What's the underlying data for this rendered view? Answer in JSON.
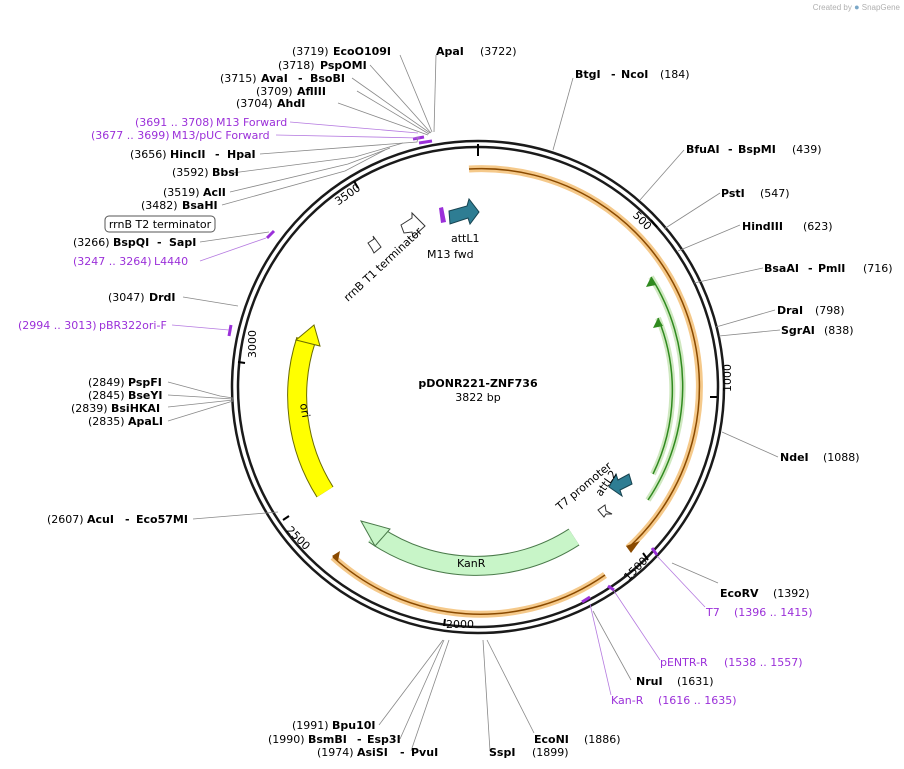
{
  "watermark": {
    "created_by": "Created by",
    "brand": "SnapGene"
  },
  "plasmid": {
    "name": "pDONR221-ZNF736",
    "length": "3822 bp",
    "size_bp": 3822
  },
  "ticks": [
    "500",
    "1000",
    "1500",
    "2000",
    "2500",
    "3000",
    "3500"
  ],
  "enzymes": [
    {
      "pos": "(3719)",
      "name": "EcoO109I"
    },
    {
      "pos": "(3722)",
      "name": "ApaI"
    },
    {
      "pos": "(3718)",
      "name": "PspOMI"
    },
    {
      "pos": "(3715)",
      "name": "AvaI",
      "name2": "BsoBI"
    },
    {
      "pos": "(3709)",
      "name": "AflIII"
    },
    {
      "pos": "(3704)",
      "name": "AhdI"
    },
    {
      "pos": "(3656)",
      "name": "HincII",
      "name2": "HpaI"
    },
    {
      "pos": "(3592)",
      "name": "BbsI"
    },
    {
      "pos": "(3519)",
      "name": "AclI"
    },
    {
      "pos": "(3482)",
      "name": "BsaHI"
    },
    {
      "pos": "(3266)",
      "name": "BspQI",
      "name2": "SapI"
    },
    {
      "pos": "(3047)",
      "name": "DrdI"
    },
    {
      "pos": "(2849)",
      "name": "PspFI"
    },
    {
      "pos": "(2845)",
      "name": "BseYI"
    },
    {
      "pos": "(2839)",
      "name": "BsiHKAI"
    },
    {
      "pos": "(2835)",
      "name": "ApaLI"
    },
    {
      "pos": "(2607)",
      "name": "AcuI",
      "name2": "Eco57MI"
    },
    {
      "pos": "(1991)",
      "name": "Bpu10I"
    },
    {
      "pos": "(1990)",
      "name": "BsmBI",
      "name2": "Esp3I"
    },
    {
      "pos": "(1974)",
      "name": "AsiSI",
      "name2": "PvuI"
    },
    {
      "pos": "(1899)",
      "name": "SspI"
    },
    {
      "pos": "(1886)",
      "name": "EcoNI"
    },
    {
      "pos": "(184)",
      "name": "BtgI",
      "name2": "NcoI"
    },
    {
      "pos": "(439)",
      "name": "BfuAI",
      "name2": "BspMI"
    },
    {
      "pos": "(547)",
      "name": "PstI"
    },
    {
      "pos": "(623)",
      "name": "HindIII"
    },
    {
      "pos": "(716)",
      "name": "BsaAI",
      "name2": "PmlI"
    },
    {
      "pos": "(798)",
      "name": "DraI"
    },
    {
      "pos": "(838)",
      "name": "SgrAI"
    },
    {
      "pos": "(1088)",
      "name": "NdeI"
    },
    {
      "pos": "(1392)",
      "name": "EcoRV"
    },
    {
      "pos": "(1631)",
      "name": "NruI"
    }
  ],
  "primers": [
    {
      "name": "M13 Forward",
      "range": "(3691 .. 3708)"
    },
    {
      "name": "M13/pUC Forward",
      "range": "(3677 .. 3699)"
    },
    {
      "name": "L4440",
      "range": "(3247 .. 3264)"
    },
    {
      "name": "pBR322ori-F",
      "range": "(2994 .. 3013)"
    },
    {
      "name": "T7",
      "range": "(1396 .. 1415)"
    },
    {
      "name": "pENTR-R",
      "range": "(1538 .. 1557)"
    },
    {
      "name": "Kan-R",
      "range": "(1616 .. 1635)"
    }
  ],
  "features": {
    "rrnb_t2": "rrnB T2 terminator",
    "rrnb_t1": "rrnB T1 terminator",
    "attl1": "attL1",
    "m13fwd": "M13 fwd",
    "t7prom": "T7 promoter",
    "attl2": "attL2",
    "ori": "ori",
    "kanr": "KanR"
  },
  "colors": {
    "backbone": "#1a1a1a",
    "primer": "#9b30d9",
    "orange": "#f0b763",
    "green": "#2f8a1f",
    "ori": "#ffff00",
    "kanr": "#c8f5c8",
    "teal": "#2e7d93"
  }
}
